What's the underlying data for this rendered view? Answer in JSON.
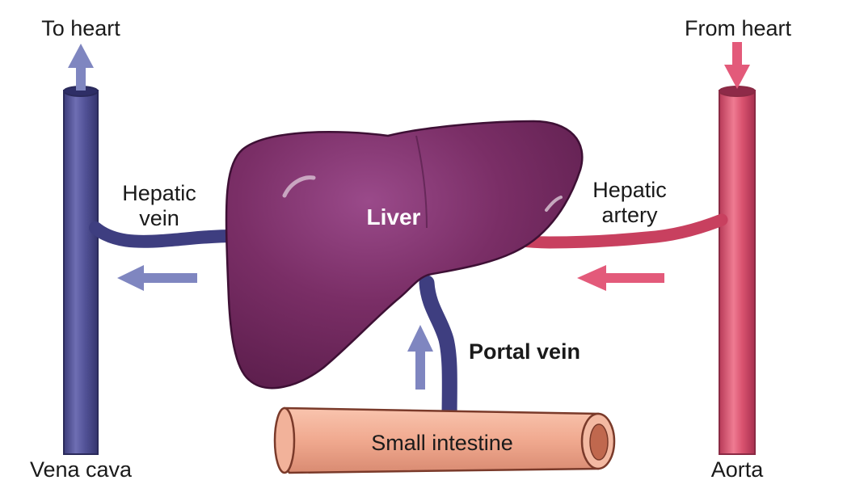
{
  "labels": {
    "to_heart": "To heart",
    "from_heart": "From heart",
    "hepatic_vein_1": "Hepatic",
    "hepatic_vein_2": "vein",
    "hepatic_artery_1": "Hepatic",
    "hepatic_artery_2": "artery",
    "liver": "Liver",
    "portal_vein": "Portal vein",
    "small_intestine": "Small intestine",
    "vena_cava": "Vena cava",
    "aorta": "Aorta"
  },
  "colors": {
    "vein": "#4a4a8e",
    "vein_arrow": "#7f86c0",
    "artery": "#d9526f",
    "artery_arrow": "#e35a7a",
    "liver": "#7a2e66",
    "intestine": "#f0a98f",
    "text": "#1a1a1a"
  }
}
